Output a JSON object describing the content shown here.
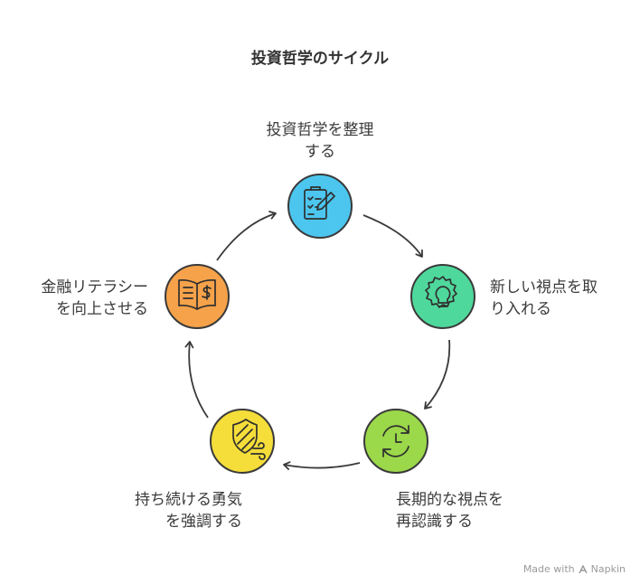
{
  "title": "投資哲学のサイクル",
  "nodes": [
    {
      "id": "organize",
      "line1": "投資哲学を整理",
      "line2": "する",
      "icon": "clipboard-pencil-icon",
      "color": "#4cc6ee"
    },
    {
      "id": "new-view",
      "line1": "新しい視点を取",
      "line2": "り入れる",
      "icon": "gear-lightbulb-icon",
      "color": "#4fd89c"
    },
    {
      "id": "long-term",
      "line1": "長期的な視点を",
      "line2": "再認識する",
      "icon": "refresh-clock-icon",
      "color": "#9bd84a"
    },
    {
      "id": "courage",
      "line1": "持ち続ける勇気",
      "line2": "を強調する",
      "icon": "shield-wind-icon",
      "color": "#f5dd3a"
    },
    {
      "id": "literacy",
      "line1": "金融リテラシー",
      "line2": "を向上させる",
      "icon": "book-dollar-icon",
      "color": "#f5a24a"
    }
  ],
  "watermark": {
    "prefix": "Made with",
    "brand": "Napkin"
  }
}
